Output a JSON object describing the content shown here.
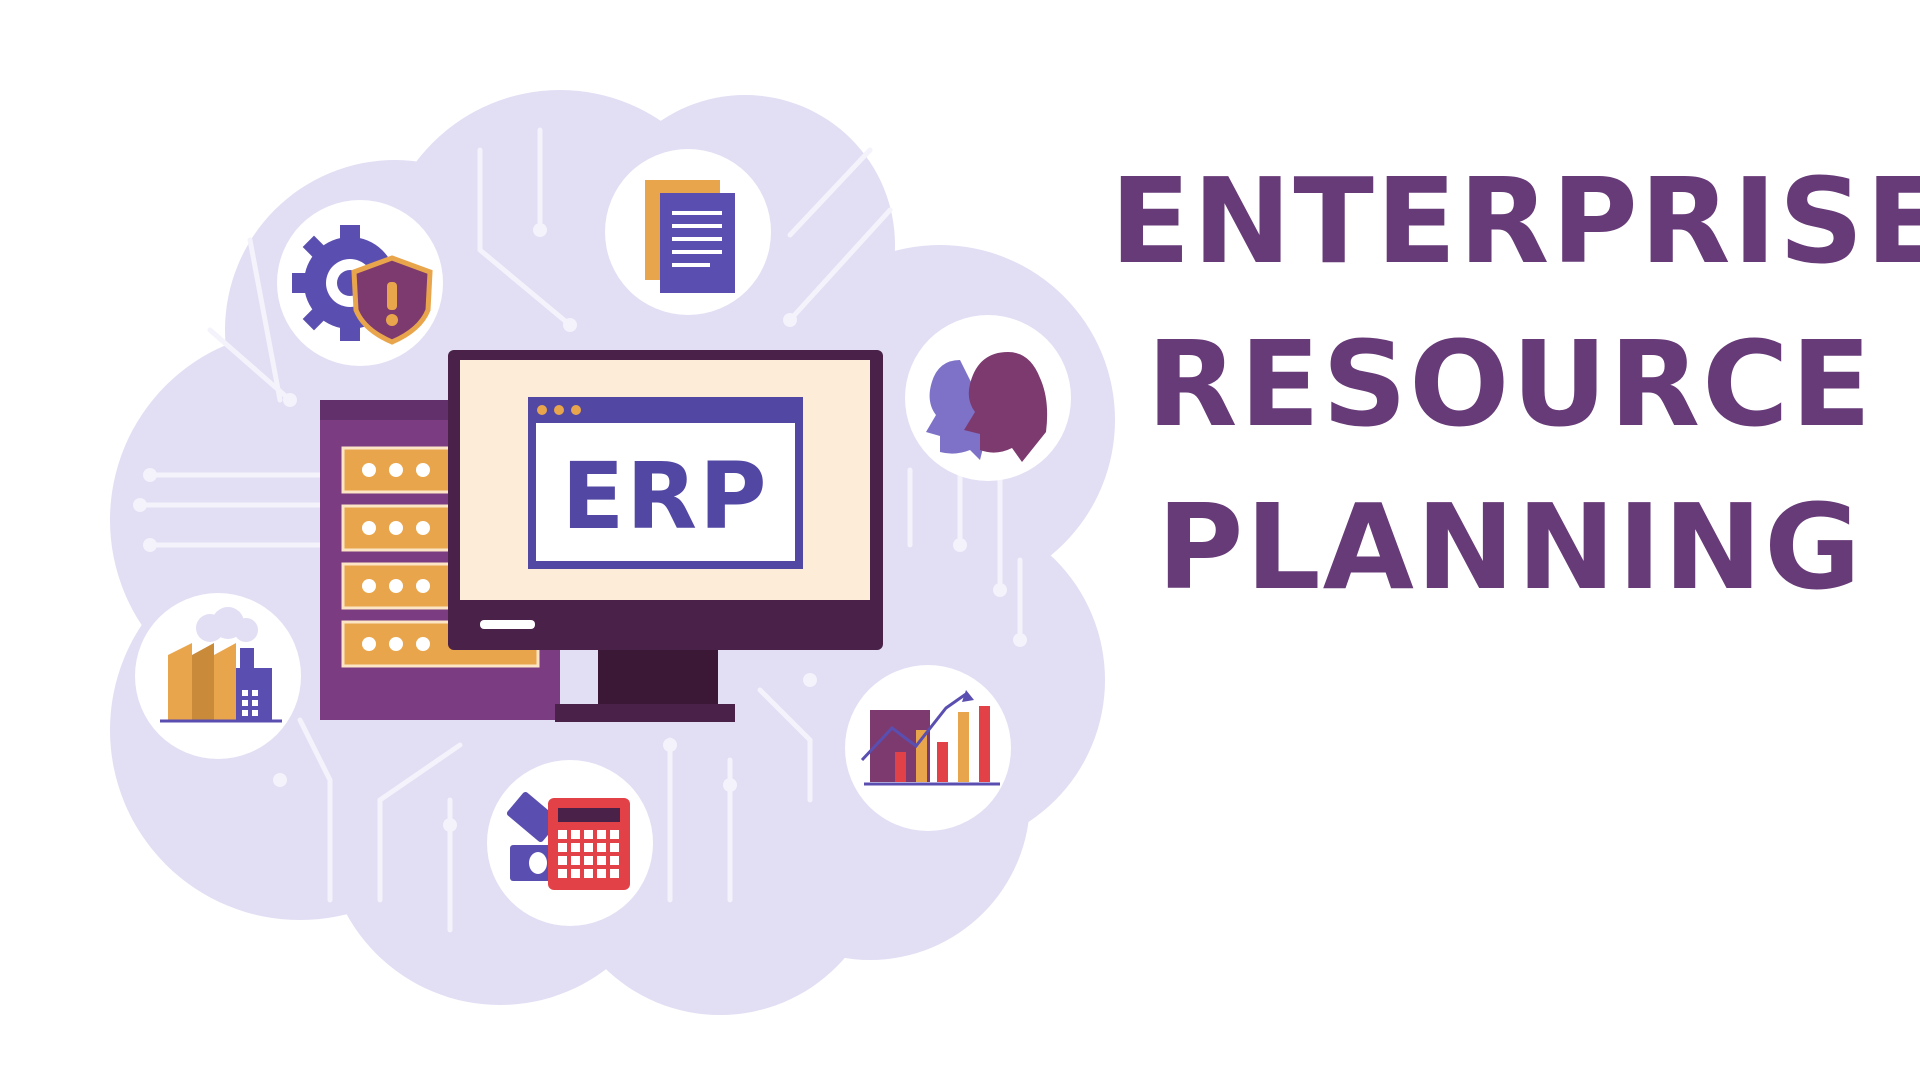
{
  "screen_label": "ERP",
  "headline": {
    "line1": "ENTERPRISE",
    "line2": "RESOURCE",
    "line3": "PLANNING"
  },
  "colors": {
    "title": "#673a78",
    "cloud": "#e2def4",
    "circuit": "#f4f2fb",
    "monitor_frame": "#4a2148",
    "screen": "#fdecd8",
    "window_blue": "#5248a4",
    "server": "#7b3c82",
    "server_slot": "#e9a54b",
    "accent_red": "#e24147",
    "accent_orange": "#e9a54b"
  },
  "icons": [
    "gear-shield-icon",
    "document-icon",
    "people-heads-icon",
    "factory-icon",
    "bar-chart-icon",
    "calculator-money-icon"
  ]
}
